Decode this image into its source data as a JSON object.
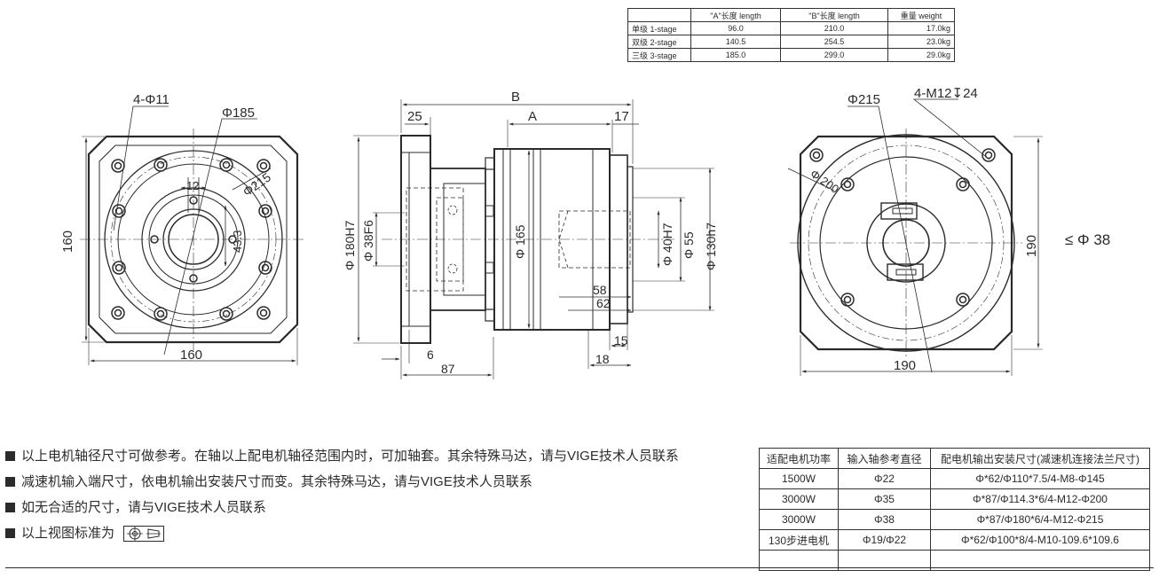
{
  "spec_table": {
    "headers": [
      "",
      "\"A\"长度 length",
      "\"B\"长度  length",
      "重量 weight"
    ],
    "rows": [
      [
        "单级 1-stage",
        "96.0",
        "210.0",
        "17.0kg"
      ],
      [
        "双级 2-stage",
        "140.5",
        "254.5",
        "23.0kg"
      ],
      [
        "三级 3-stage",
        "185.0",
        "299.0",
        "29.0kg"
      ]
    ]
  },
  "left_view": {
    "bolt_label": "4-Φ11",
    "pcd_label": "Φ185",
    "circle_label": "Φ215",
    "key_width": "12",
    "key_height": "43.3",
    "height_dim": "160",
    "width_dim": "160"
  },
  "side_view": {
    "B": "B",
    "A": "A",
    "flange_thk": "25",
    "shaft_right": "17",
    "d180": "Φ 180H7",
    "d38": "Φ 38F6",
    "d165": "Φ 165",
    "d40": "Φ 40H7",
    "d55": "Φ 55",
    "d130": "Φ 130h7",
    "l58": "58",
    "l62": "62",
    "l15": "15",
    "l18": "18",
    "l6": "6",
    "l87": "87"
  },
  "right_view": {
    "circle_label": "Φ215",
    "thread_label": "4-M12↧24",
    "inner_label": "Φ 200",
    "height_dim": "190",
    "width_dim": "190",
    "max_shaft": "≤ Φ 38"
  },
  "notes": [
    "以上电机轴径尺寸可做参考。在轴以上配电机轴径范围内时，可加轴套。其余特殊马达，请与VIGE技术人员联系",
    "减速机输入端尺寸，依电机输出安装尺寸而变。其余特殊马达，请与VIGE技术人员联系",
    "如无合适的尺寸，请与VIGE技术人员联系",
    "以上视图标准为"
  ],
  "motor_table": {
    "headers": [
      "适配电机功率",
      "输入轴参考直径",
      "配电机输出安装尺寸(减速机连接法兰尺寸)"
    ],
    "rows": [
      [
        "1500W",
        "Φ22",
        "Φ*62/Φ110*7.5/4-M8-Φ145"
      ],
      [
        "3000W",
        "Φ35",
        "Φ*87/Φ114.3*6/4-M12-Φ200"
      ],
      [
        "3000W",
        "Φ38",
        "Φ*87/Φ180*6/4-M12-Φ215"
      ],
      [
        "130步进电机",
        "Φ19/Φ22",
        "Φ*62/Φ100*8/4-M10-109.6*109.6"
      ],
      [
        "",
        "",
        ""
      ]
    ]
  }
}
